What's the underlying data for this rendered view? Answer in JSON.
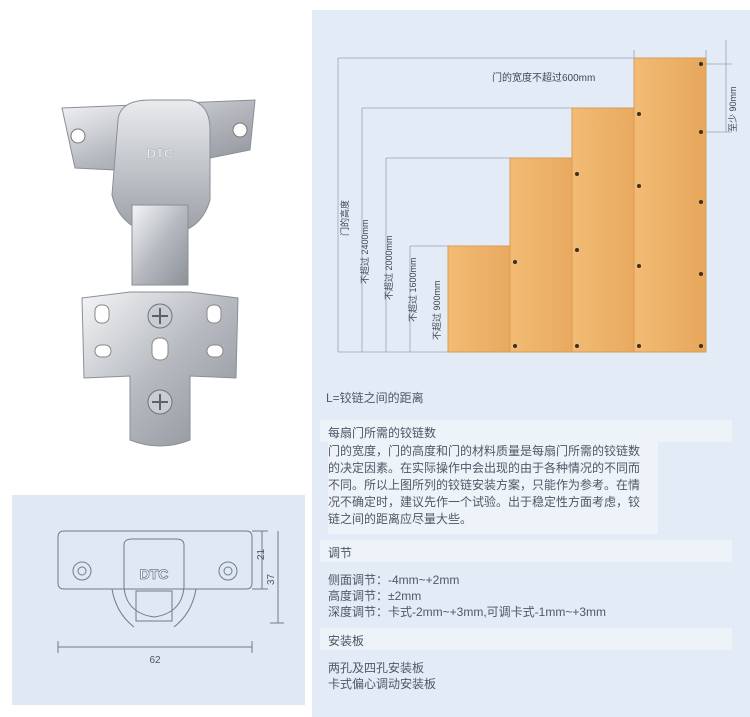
{
  "brand": "DTC",
  "doors": {
    "width_note": "门的宽度不超过600mm",
    "height_title": "门的高度",
    "min_note": "至少 90mm",
    "heights": [
      "不超过 2400mm",
      "不超过 2000mm",
      "不超过 1600mm",
      "不超过 900mm"
    ]
  },
  "legend": "L=铰链之间的距离",
  "hinge_count": {
    "title": "每扇门所需的铰链数",
    "body": "门的宽度，门的高度和门的材料质量是每扇门所需的铰链数的决定因素。在实际操作中会出现的由于各种情况的不同而不同。所以上图所列的铰链安装方案，只能作为参考。在情况不确定时，建议先作一个试验。出于稳定性方面考虑，铰链之间的距离应尽量大些。"
  },
  "adjust": {
    "title": "调节",
    "items": [
      "侧面调节：-4mm~+2mm",
      "高度调节：±2mm",
      "深度调节：卡式-2mm~+3mm,可调卡式-1mm~+3mm"
    ]
  },
  "plate": {
    "title": "安装板",
    "items": [
      "两孔及四孔安装板",
      "卡式偏心调动安装板"
    ]
  },
  "dims": {
    "height_outer": "37",
    "height_inner": "21",
    "width": "62"
  },
  "colors": {
    "panel": "#e2ebf6",
    "wood": "#f1b56b",
    "accent": "#b9c6d6"
  }
}
